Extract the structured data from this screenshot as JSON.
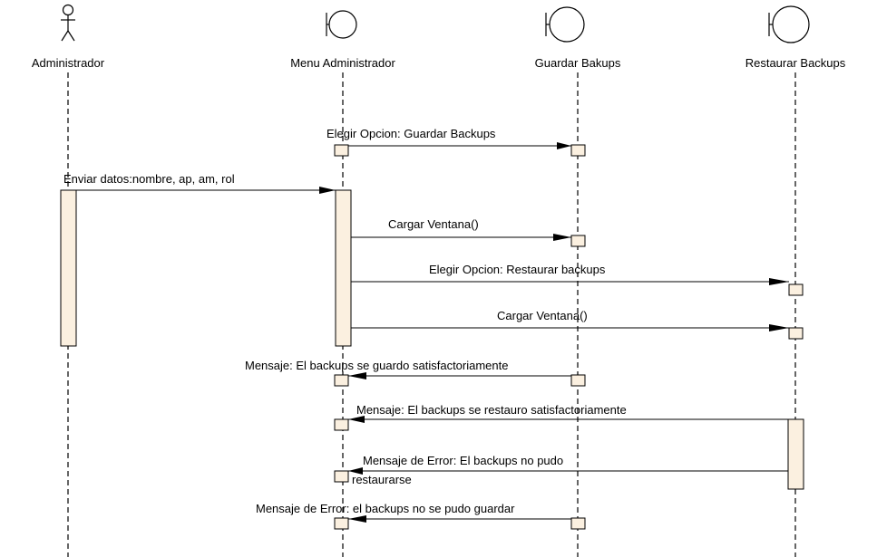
{
  "diagram": {
    "type": "sequence",
    "actor": {
      "name": "Administrador"
    },
    "boundaries": [
      {
        "name": "Menu Administrador"
      },
      {
        "name": "Guardar Bakups"
      },
      {
        "name": "Restaurar Backups"
      }
    ],
    "messages": [
      {
        "text": "Elegir Opcion: Guardar Backups"
      },
      {
        "text": "Enviar datos:nombre, ap, am, rol"
      },
      {
        "text": "Cargar Ventana()"
      },
      {
        "text": "Elegir Opcion: Restaurar backups"
      },
      {
        "text": "Cargar Ventana()"
      },
      {
        "text": "Mensaje: El backups se guardo satisfactoriamente"
      },
      {
        "text": "Mensaje: El backups se restauro satisfactoriamente"
      },
      {
        "line1": "Mensaje de Error: El backups no pudo",
        "line2": "restaurarse"
      },
      {
        "text": "Mensaje de Error: el backups no se pudo guardar"
      }
    ]
  }
}
